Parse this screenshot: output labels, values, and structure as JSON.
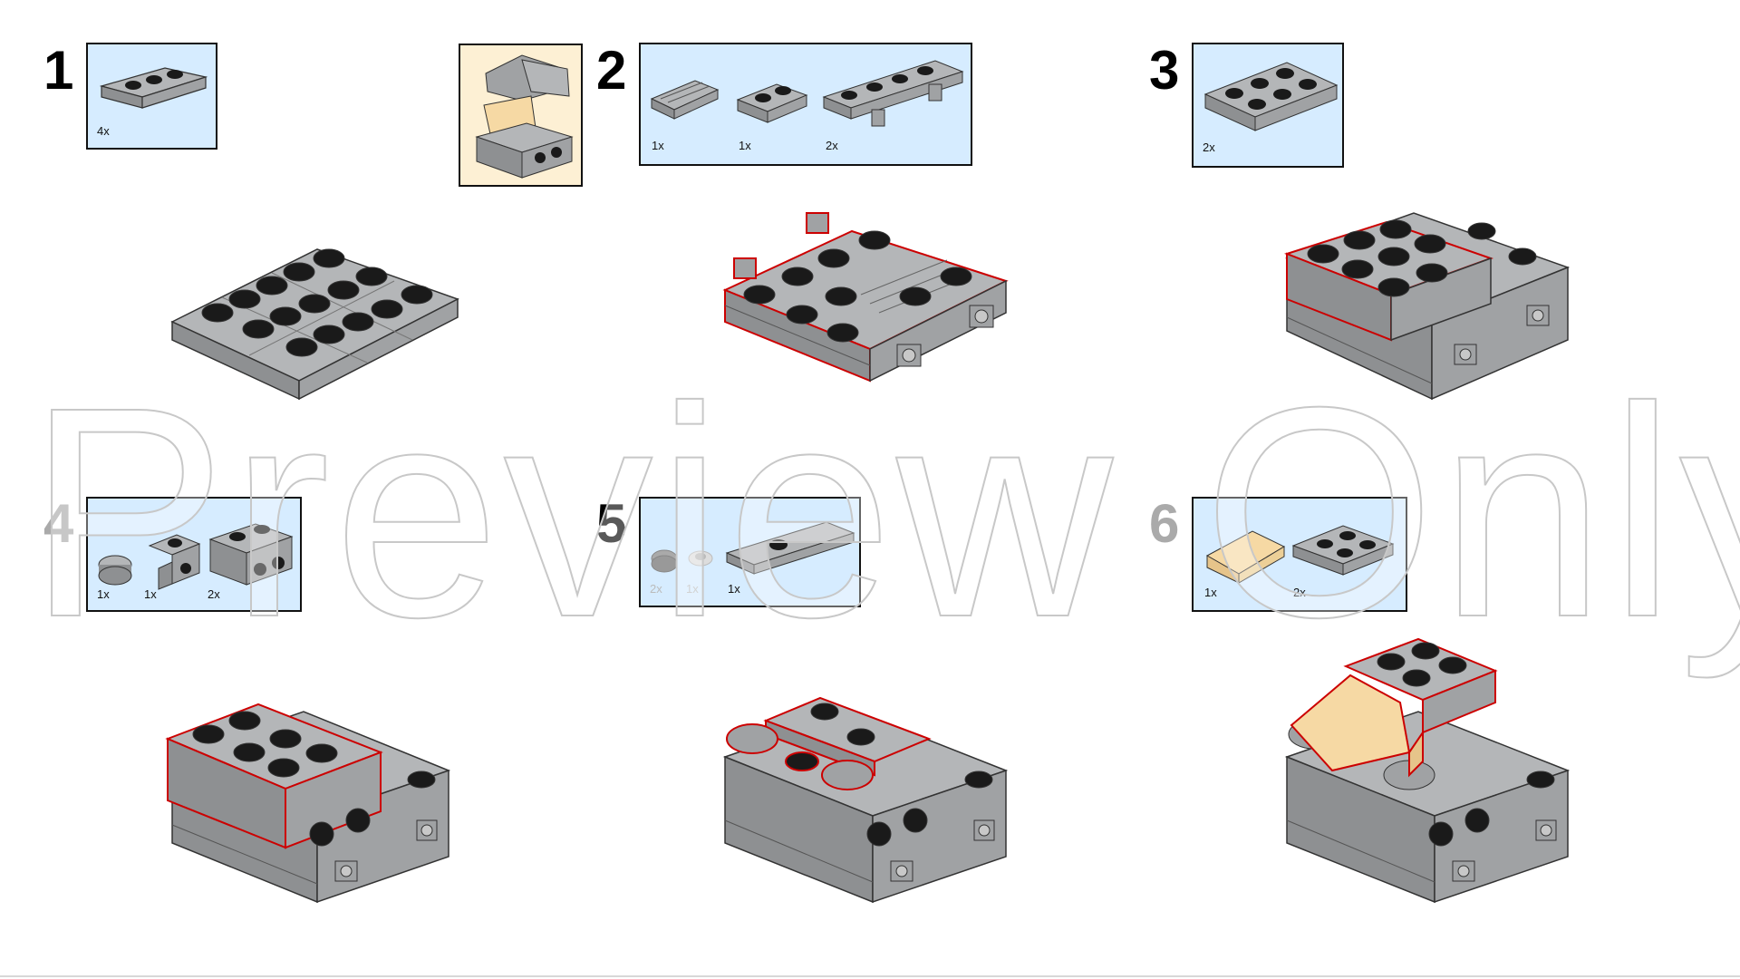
{
  "watermark": "Preview Only",
  "colors": {
    "callout_bg": "#d6ecff",
    "subassembly_bg": "#fdf0d4",
    "brick_gray": "#a9abad",
    "stud_black": "#1a1a1a",
    "new_part_outline": "#cc0000",
    "tan": "#f6d9a4"
  },
  "steps": [
    {
      "number": "1",
      "parts": [
        {
          "qty": "4x",
          "part": "plate-1x3"
        }
      ]
    },
    {
      "number": "2",
      "subassembly_icon": "finished-model-preview",
      "parts": [
        {
          "qty": "1x",
          "part": "tile-grille"
        },
        {
          "qty": "1x",
          "part": "plate-1x2"
        },
        {
          "qty": "2x",
          "part": "plate-1x4-with-clips"
        }
      ]
    },
    {
      "number": "3",
      "parts": [
        {
          "qty": "2x",
          "part": "plate-2x3"
        }
      ]
    },
    {
      "number": "4",
      "parts": [
        {
          "qty": "1x",
          "part": "round-plate-1x1"
        },
        {
          "qty": "1x",
          "part": "bracket-1x1"
        },
        {
          "qty": "2x",
          "part": "brick-1x2-side-studs"
        }
      ]
    },
    {
      "number": "5",
      "parts": [
        {
          "qty": "2x",
          "part": "round-tile-2x2"
        },
        {
          "qty": "1x",
          "part": "round-plate-1x1"
        },
        {
          "qty": "1x",
          "part": "plate-1x3-jumper"
        }
      ]
    },
    {
      "number": "6",
      "parts": [
        {
          "qty": "1x",
          "part": "slope-tan"
        },
        {
          "qty": "2x",
          "part": "plate-2x2"
        }
      ]
    }
  ]
}
